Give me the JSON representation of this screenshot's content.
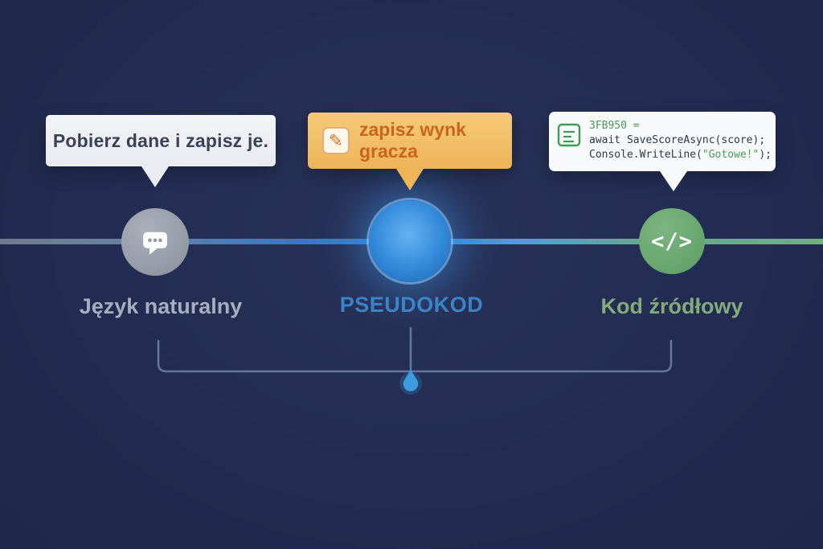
{
  "bubbles": {
    "natural": {
      "text": "Pobierz dane i zapisz je."
    },
    "pseudo": {
      "text": "zapisz wynk gracza",
      "icon_glyph": "✎"
    },
    "code": {
      "line1": "3FB950 =",
      "line2_keyword": "await",
      "line2_code": " SaveScoreAsync(score);",
      "line3_pre": "Console.WriteLine(",
      "line3_string": "\"Gotowe!\"",
      "line3_post": ");"
    }
  },
  "nodes": {
    "source": {
      "icon_text": "</>"
    }
  },
  "labels": {
    "natural": "Język naturalny",
    "pseudo": "PSEUDOKOD",
    "source": "Kod źródłowy"
  },
  "colors": {
    "background": "#222c52",
    "timeline_blue": "#2e84da",
    "timeline_green": "#73ad80",
    "node_gray": "#979da8",
    "node_blue": "#3388d8",
    "node_green": "#69a771",
    "bubble_orange": "#edb458",
    "drop_blue": "#3f9be0",
    "bracket": "#64769a"
  }
}
